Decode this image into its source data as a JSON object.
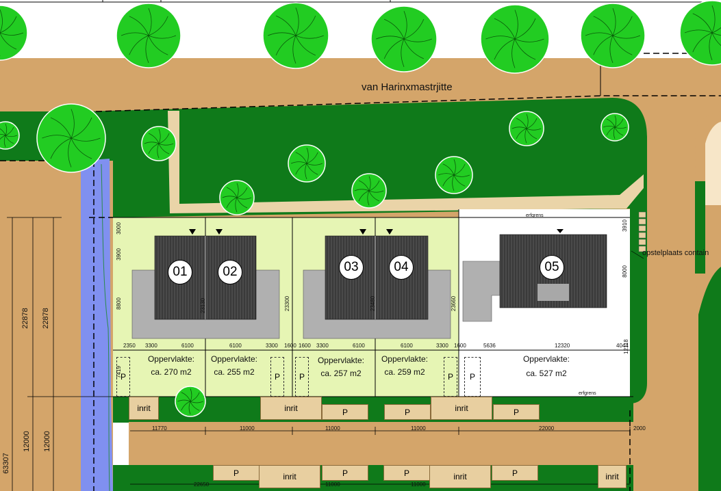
{
  "street_name": "van Harinxmastrjitte",
  "storage_label": "opstelplaats contain",
  "boundary_label": "erfgrens",
  "lots": [
    {
      "number": "01",
      "area_label": "Oppervlakte:",
      "area_value": "ca. 270 m2"
    },
    {
      "number": "02",
      "area_label": "Oppervlakte:",
      "area_value": "ca. 255 m2"
    },
    {
      "number": "03",
      "area_label": "Oppervlakte:",
      "area_value": "ca. 257 m2"
    },
    {
      "number": "04",
      "area_label": "Oppervlakte:",
      "area_value": "ca. 259 m2"
    },
    {
      "number": "05",
      "area_label": "Oppervlakte:",
      "area_value": "ca. 527 m2"
    }
  ],
  "parking_label": "P",
  "driveway_label": "inrit",
  "dimensions": {
    "bottom_row": [
      "2350",
      "3300",
      "6100",
      "6100",
      "3300",
      "1600",
      "1600",
      "3300",
      "6100",
      "6100",
      "3300",
      "1600",
      "5636",
      "12320",
      "4044"
    ],
    "road_row": [
      "11770",
      "11000",
      "11000",
      "11000",
      "22000",
      "2000"
    ],
    "foot_row": [
      "22650",
      "11000",
      "11000"
    ],
    "left_overall": [
      "22878",
      "22878",
      "12000",
      "12000",
      "63307"
    ],
    "lot_vertical_a": [
      "3000",
      "3900",
      "8800",
      "7419"
    ],
    "lot_vertical_b": [
      "23130",
      "23300",
      "23480",
      "23660"
    ],
    "lot5_vertical": [
      "3910",
      "8000",
      "12118"
    ]
  },
  "colors": {
    "road": "#d4a56a",
    "green": "#0f7a1a",
    "lot_bg": "#e6f5b4",
    "water": "#8090f0",
    "tree": "#22cc22",
    "paving": "#ead4a8",
    "building": "#555555",
    "annex": "#a8a8a8"
  }
}
